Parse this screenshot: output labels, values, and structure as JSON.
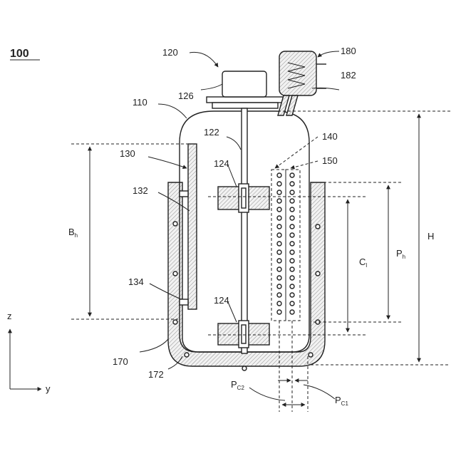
{
  "figure": {
    "number": "100"
  },
  "labels": {
    "tank": "110",
    "motor_assembly": "120",
    "shaft": "122",
    "impeller_upper": "124",
    "impeller_lower": "124",
    "motor": "126",
    "baffle_assembly": "130",
    "baffle_plate": "132",
    "baffle_support": "134",
    "inner_tube_array": "140",
    "outer_tube_array": "150",
    "jacket": "170",
    "jacket_channel": "172",
    "heater_unit": "180",
    "heater_coil": "182"
  },
  "dimensions": {
    "b_main": "B",
    "b_sub": "h",
    "c_main": "C",
    "c_sub": "l",
    "p_main": "P",
    "p_sub": "h",
    "h_main": "H",
    "pc2_main": "P",
    "pc2_sub": "C2",
    "pc1_main": "P",
    "pc1_sub": "C1"
  },
  "axes": {
    "z": "z",
    "y": "y"
  }
}
